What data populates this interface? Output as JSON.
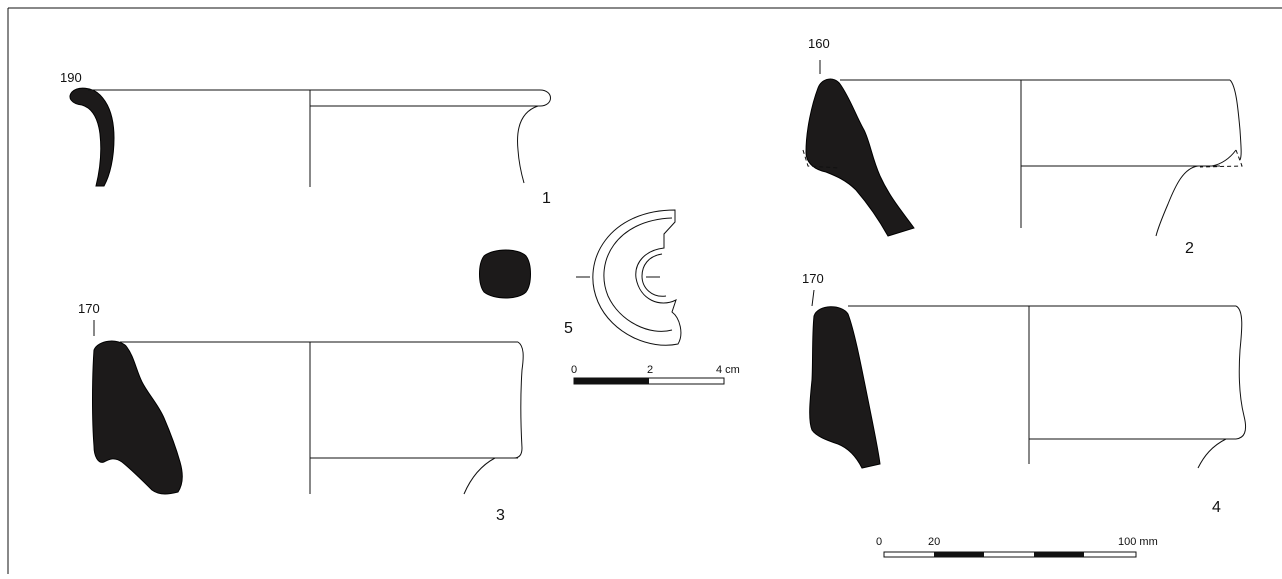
{
  "figure": {
    "vessel_1": {
      "diameter_label": "190",
      "number": "1"
    },
    "vessel_2": {
      "diameter_label": "160",
      "number": "2"
    },
    "vessel_3": {
      "diameter_label": "170",
      "number": "3"
    },
    "vessel_4": {
      "diameter_label": "170",
      "number": "4"
    },
    "object_5": {
      "number": "5"
    },
    "scale_cm": {
      "ticks": [
        "0",
        "2",
        "4 cm"
      ]
    },
    "scale_mm": {
      "ticks": [
        "0",
        "20",
        "100 mm"
      ]
    }
  }
}
